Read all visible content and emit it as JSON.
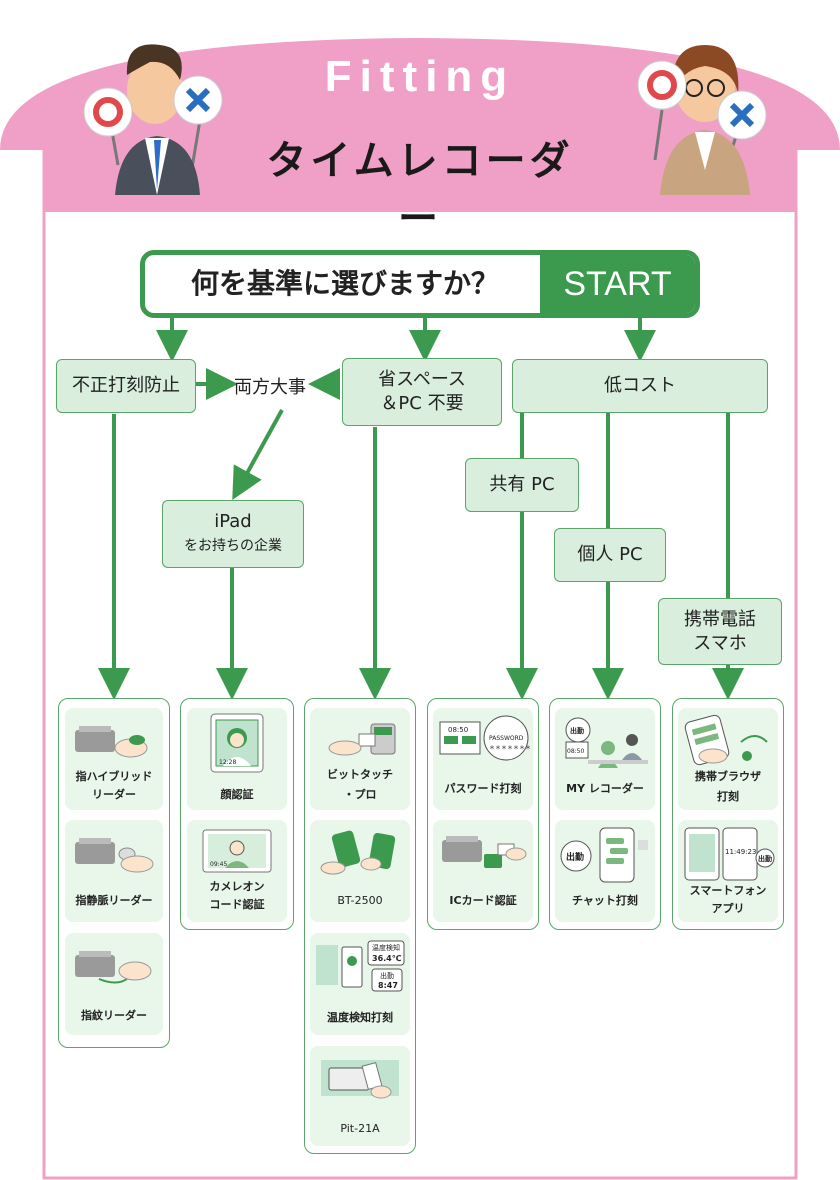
{
  "header": {
    "title_en": "Fitting",
    "title_jp": "タイムレコーダー"
  },
  "start": {
    "question": "何を基準に選びますか？",
    "label": "START"
  },
  "nodes": {
    "fraud": "不正打刻防止",
    "both": "両方大事",
    "space_line1": "省スペース",
    "space_line2": "＆PC 不要",
    "lowcost": "低コスト",
    "ipad_line1": "iPad",
    "ipad_line2": "をお持ちの企業",
    "shared_pc": "共有 PC",
    "personal_pc": "個人 PC",
    "mobile_line1": "携帯電話",
    "mobile_line2": "スマホ"
  },
  "products": {
    "hybrid": [
      "指ハイブリッド",
      "リーダー"
    ],
    "vein": "指静脈リーダー",
    "fingerprint": "指紋リーダー",
    "face": "顔認証",
    "chameleon": [
      "カメレオン",
      "コード認証"
    ],
    "bit_touch": [
      "ビットタッチ",
      "・プロ"
    ],
    "bt2500": "BT-2500",
    "temperature": "温度検知打刻",
    "pit21a": "Pit-21A",
    "password": "パスワード打刻",
    "iccard": "ICカード認証",
    "my_recorder": "MY レコーダー",
    "chat": "チャット打刻",
    "mobile_browser": [
      "携帯ブラウザ",
      "打刻"
    ],
    "smartphone_app": [
      "スマートフォン",
      "アプリ"
    ]
  },
  "illustration_text": {
    "ipad_time": "12:28",
    "chameleon_time": "09:45",
    "temp_label": "温度検知",
    "temp_value": "36.4℃",
    "arrive_label": "出勤",
    "arrive_time": "8:47",
    "password_time": "08:50",
    "password_word": "PASSWORD",
    "password_stars": "＊＊＊＊＊＊＊＊",
    "myrec_badge": "出勤",
    "myrec_time": "08:50",
    "chat_badge": "出勤",
    "app_time": "11:49:23",
    "app_badge": "出勤"
  },
  "colors": {
    "pink": "#f0a0c6",
    "green": "#3c9a4e",
    "light_green": "#d9eedd",
    "card_bg": "#e9f6ea"
  }
}
